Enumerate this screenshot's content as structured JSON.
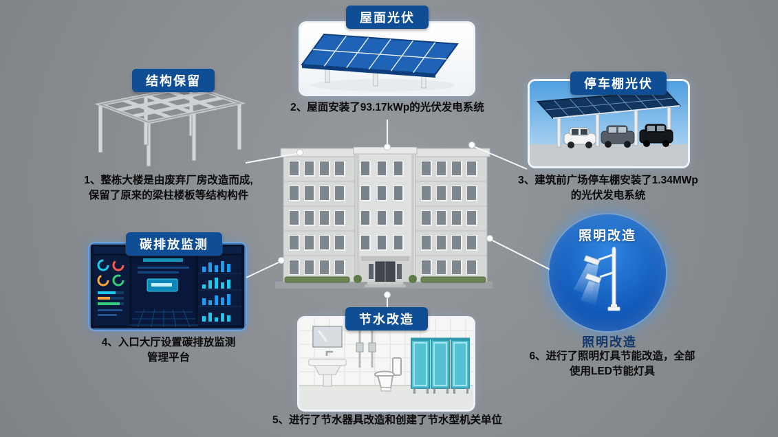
{
  "canvas": {
    "background": "#8e9296"
  },
  "colors": {
    "title_bg": "#0f4e94",
    "circle_blue": "#1463c0",
    "caption_text": "#0a0a0b"
  },
  "panels": {
    "structure": {
      "title": "结构保留",
      "caption": [
        "1、整栋大楼是由废弃厂房改造而成,",
        "保留了原来的梁柱楼板等结构构件"
      ]
    },
    "roof_pv": {
      "title": "屋面光伏",
      "caption": [
        "2、屋面安装了93.17kWp的光伏发电系统"
      ]
    },
    "carport_pv": {
      "title": "停车棚光伏",
      "caption": [
        "3、建筑前广场停车棚安装了1.34MWp",
        "的光伏发电系统"
      ]
    },
    "carbon_monitor": {
      "title": "碳排放监测",
      "caption": [
        "4、入口大厅设置碳排放监测",
        "管理平台"
      ]
    },
    "water_saving": {
      "title": "节水改造",
      "caption": [
        "5、进行了节水器具改造和创建了节水型机关单位"
      ]
    },
    "lighting": {
      "title": "照明改造",
      "heading": "照明改造",
      "caption": [
        "6、进行了照明灯具节能改造，全部",
        "使用LED节能灯具"
      ]
    }
  }
}
